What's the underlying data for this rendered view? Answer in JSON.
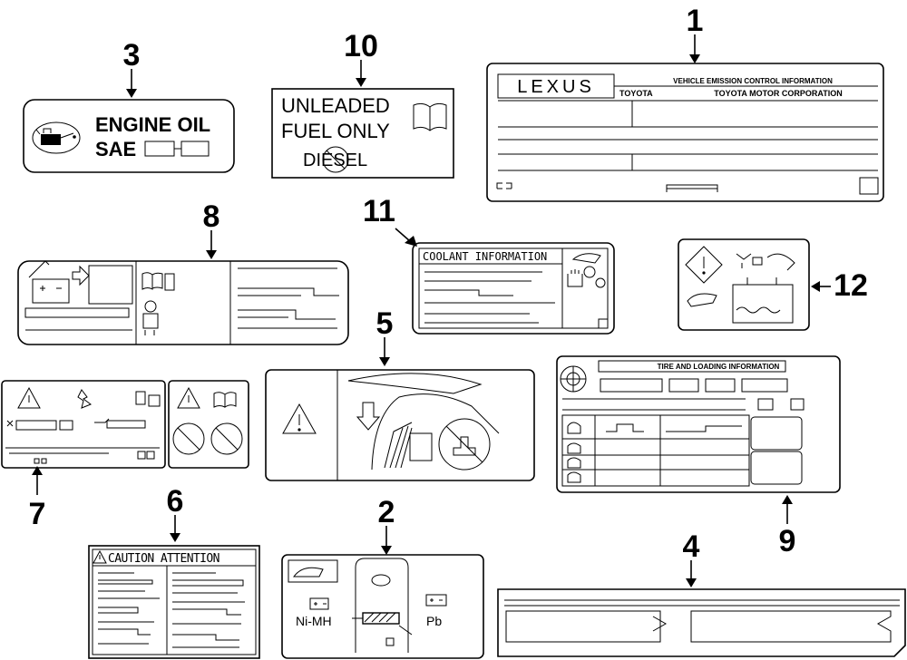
{
  "callouts": {
    "c1": "1",
    "c2": "2",
    "c3": "3",
    "c4": "4",
    "c5": "5",
    "c6": "6",
    "c7": "7",
    "c8": "8",
    "c9": "9",
    "c10": "10",
    "c11": "11",
    "c12": "12"
  },
  "label_emission": {
    "brand": "LEXUS",
    "heading": "VEHICLE EMISSION CONTROL INFORMATION",
    "maker_short": "TOYOTA",
    "maker_full": "TOYOTA MOTOR CORPORATION"
  },
  "label_engine_oil": {
    "line1": "ENGINE OIL",
    "line2": "SAE"
  },
  "label_fuel": {
    "line1": "UNLEADED",
    "line2": "FUEL ONLY",
    "line3": "DIESEL"
  },
  "label_coolant": {
    "heading": "COOLANT INFORMATION"
  },
  "label_caution": {
    "heading": "CAUTION ATTENTION"
  },
  "label_battery": {
    "hybrid": "Ni-MH",
    "lead": "Pb"
  },
  "label_tire": {
    "heading": "TIRE AND LOADING INFORMATION"
  },
  "icons": {
    "oil_can": "oil-can-icon",
    "book": "owners-manual-icon",
    "warning": "warning-triangle-icon",
    "battery": "battery-icon",
    "tire": "tire-icon",
    "no_smoking": "prohibition-icon",
    "glove": "glove-icon",
    "reservoir": "reservoir-icon"
  }
}
